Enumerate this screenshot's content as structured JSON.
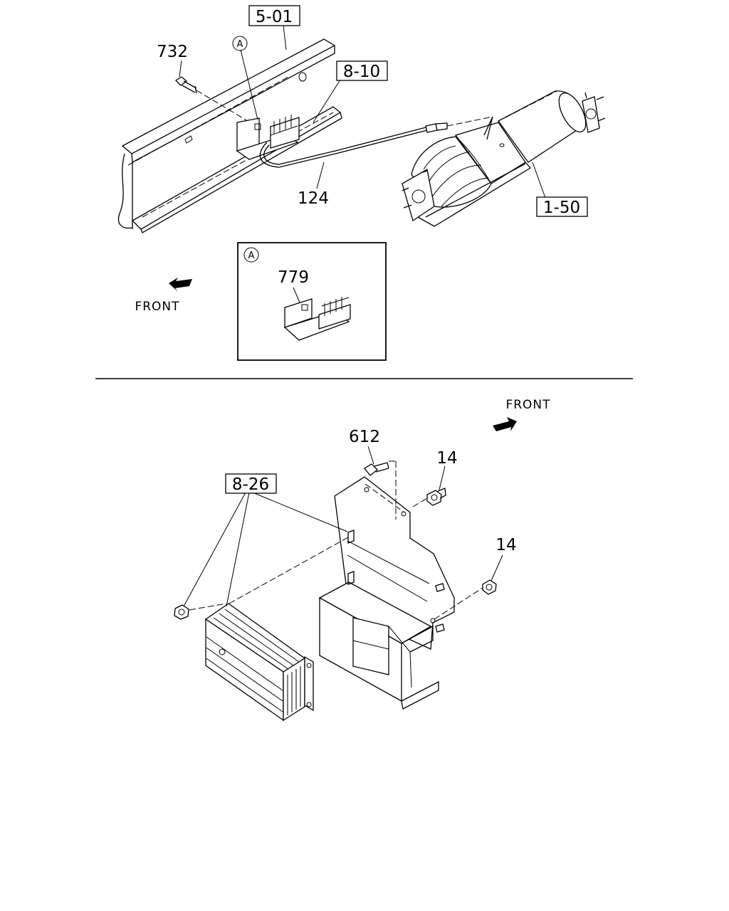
{
  "labels": {
    "l_501": "5-01",
    "l_732": "732",
    "l_a_top": "A",
    "l_810": "8-10",
    "l_124": "124",
    "l_150": "1-50",
    "l_a_inset": "A",
    "l_779": "779",
    "l_front_top": "FRONT",
    "l_front_bottom": "FRONT",
    "l_612": "612",
    "l_14a": "14",
    "l_14b": "14",
    "l_826": "8-26"
  }
}
